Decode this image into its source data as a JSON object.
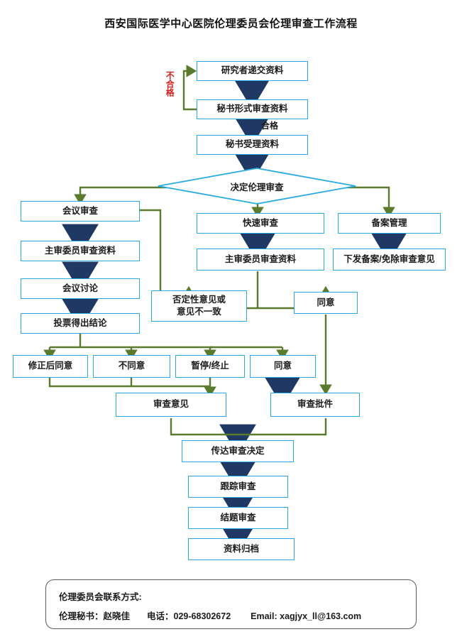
{
  "page": {
    "title": "西安国际医学中心医院伦理委员会伦理审查工作流程"
  },
  "colors": {
    "box_border": "#29ABE2",
    "navy_arrow": "#1F3864",
    "green_connector": "#5A7A2E",
    "reject_label": "#D92121",
    "background": "#FFFFFF"
  },
  "chart_data": {
    "type": "diagram",
    "title": "西安国际医学中心医院伦理委员会伦理审查工作流程",
    "nodes": [
      {
        "id": "n1",
        "label": "研究者递交资料",
        "shape": "rect"
      },
      {
        "id": "n2",
        "label": "秘书形式审查资料",
        "shape": "rect"
      },
      {
        "id": "n3",
        "label": "秘书受理资料",
        "shape": "rect"
      },
      {
        "id": "n4",
        "label": "决定伦理审查",
        "shape": "diamond"
      },
      {
        "id": "n5",
        "label": "会议审查",
        "shape": "rect"
      },
      {
        "id": "n6",
        "label": "主审委员审查资料",
        "shape": "rect"
      },
      {
        "id": "n7",
        "label": "会议讨论",
        "shape": "rect"
      },
      {
        "id": "n8",
        "label": "投票得出结论",
        "shape": "rect"
      },
      {
        "id": "n9",
        "label": "快速审查",
        "shape": "rect"
      },
      {
        "id": "n10",
        "label": "主审委员审查资料",
        "shape": "rect"
      },
      {
        "id": "n11",
        "label": "备案管理",
        "shape": "rect"
      },
      {
        "id": "n12",
        "label": "下发备案/免除审查意见",
        "shape": "rect"
      },
      {
        "id": "n13",
        "label_line1": "否定性意见或",
        "label_line2": "意见不一致",
        "shape": "rect"
      },
      {
        "id": "n14",
        "label": "同意",
        "shape": "rect"
      },
      {
        "id": "n15",
        "label": "修正后同意",
        "shape": "rect"
      },
      {
        "id": "n16",
        "label": "不同意",
        "shape": "rect"
      },
      {
        "id": "n17",
        "label": "暂停/终止",
        "shape": "rect"
      },
      {
        "id": "n18",
        "label": "同意",
        "shape": "rect"
      },
      {
        "id": "n19",
        "label": "审查意见",
        "shape": "rect"
      },
      {
        "id": "n20",
        "label": "审查批件",
        "shape": "rect"
      },
      {
        "id": "n21",
        "label": "传达审查决定",
        "shape": "rect"
      },
      {
        "id": "n22",
        "label": "跟踪审查",
        "shape": "rect"
      },
      {
        "id": "n23",
        "label": "结题审查",
        "shape": "rect"
      },
      {
        "id": "n24",
        "label": "资料归档",
        "shape": "rect"
      }
    ],
    "edge_labels": {
      "reject": "不合格",
      "pass": "合格"
    },
    "edges": [
      {
        "from": "n1",
        "to": "n2",
        "color": "navy"
      },
      {
        "from": "n2",
        "to": "n1",
        "color": "green",
        "label": "不合格"
      },
      {
        "from": "n2",
        "to": "n3",
        "color": "navy",
        "label": "合格"
      },
      {
        "from": "n3",
        "to": "n4",
        "color": "navy"
      },
      {
        "from": "n4",
        "to": "n5",
        "color": "green"
      },
      {
        "from": "n4",
        "to": "n9",
        "color": "green"
      },
      {
        "from": "n4",
        "to": "n11",
        "color": "green"
      },
      {
        "from": "n5",
        "to": "n6",
        "color": "navy"
      },
      {
        "from": "n6",
        "to": "n7",
        "color": "navy"
      },
      {
        "from": "n7",
        "to": "n8",
        "color": "navy"
      },
      {
        "from": "n9",
        "to": "n10",
        "color": "navy"
      },
      {
        "from": "n11",
        "to": "n12",
        "color": "navy"
      },
      {
        "from": "n10",
        "to": "n13",
        "color": "green"
      },
      {
        "from": "n10",
        "to": "n14",
        "color": "green"
      },
      {
        "from": "n13",
        "to": "n5",
        "color": "green"
      },
      {
        "from": "n13",
        "to": "n17",
        "color": "green"
      },
      {
        "from": "n8",
        "to": "n15",
        "color": "green"
      },
      {
        "from": "n8",
        "to": "n16",
        "color": "green"
      },
      {
        "from": "n8",
        "to": "n18",
        "color": "green"
      },
      {
        "from": "n15",
        "to": "n19",
        "color": "green"
      },
      {
        "from": "n16",
        "to": "n19",
        "color": "green"
      },
      {
        "from": "n17",
        "to": "n19",
        "color": "green"
      },
      {
        "from": "n18",
        "to": "n20",
        "color": "navy"
      },
      {
        "from": "n14",
        "to": "n20",
        "color": "green"
      },
      {
        "from": "n19",
        "to": "n21",
        "color": "navy"
      },
      {
        "from": "n20",
        "to": "n21",
        "color": "navy"
      },
      {
        "from": "n21",
        "to": "n22",
        "color": "navy"
      },
      {
        "from": "n22",
        "to": "n23",
        "color": "navy"
      },
      {
        "from": "n23",
        "to": "n24",
        "color": "navy"
      }
    ]
  },
  "footer": {
    "line1": "伦理委员会联系方式:",
    "secretary_label": "伦理秘书：赵晓佳",
    "phone_label": "电话：029-68302672",
    "email_label": "Email: xagjyx_ll@163.com"
  }
}
